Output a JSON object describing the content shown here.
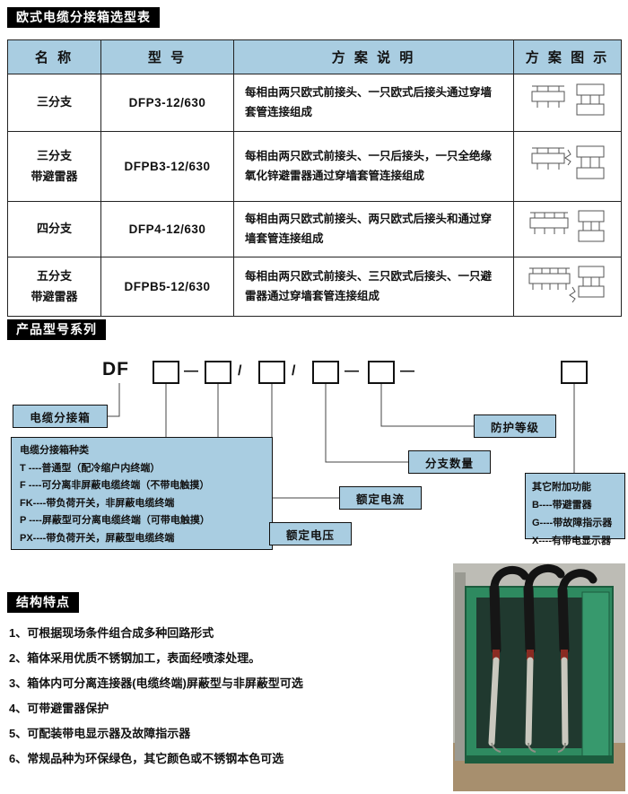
{
  "colors": {
    "accent": "#a9cde1",
    "title_bg": "#000000",
    "border": "#222222"
  },
  "titles": {
    "table": "欧式电缆分接箱选型表",
    "series": "产品型号系列",
    "features": "结构特点"
  },
  "table": {
    "headers": [
      "名  称",
      "型  号",
      "方 案 说 明",
      "方 案 图 示"
    ],
    "rows": [
      {
        "name": "三分支",
        "model": "DFP3-12/630",
        "desc": "每相由两只欧式前接头、一只欧式后接头通过穿墙套管连接组成"
      },
      {
        "name": "三分支\n带避雷器",
        "model": "DFPB3-12/630",
        "desc": "每相由两只欧式前接头、一只后接头，一只全绝缘氧化锌避雷器通过穿墙套管连接组成"
      },
      {
        "name": "四分支",
        "model": "DFP4-12/630",
        "desc": "每相由两只欧式前接头、两只欧式后接头和通过穿墙套管连接组成"
      },
      {
        "name": "五分支\n带避雷器",
        "model": "DFPB5-12/630",
        "desc": "每相由两只欧式前接头、三只欧式后接头、一只避雷器通过穿墙套管连接组成"
      }
    ]
  },
  "diagram": {
    "prefix": "DF",
    "separators": [
      "—",
      "/",
      "/",
      "—",
      "—"
    ],
    "cable_box": "电缆分接箱",
    "type_title": "电缆分接箱种类",
    "type_items": [
      "T ----普通型（配冷缩户内终端）",
      "F ----可分离非屏蔽电缆终端（不带电触摸）",
      "FK----带负荷开关，非屏蔽电缆终端",
      "P ----屏蔽型可分离电缆终端（可带电触摸）",
      "PX----带负荷开关，屏蔽型电缆终端"
    ],
    "voltage": "额定电压",
    "current": "额定电流",
    "branches": "分支数量",
    "protection": "防护等级",
    "extra_title": "其它附加功能",
    "extra_items": [
      "B----带避雷器",
      "G----带故障指示器",
      "X----有带电显示器"
    ]
  },
  "features": [
    "1、可根据现场条件组合成多种回路形式",
    "2、箱体采用优质不锈钢加工，表面经喷漆处理。",
    "3、箱体内可分离连接器(电缆终端)屏蔽型与非屏蔽型可选",
    "4、可带避雷器保护",
    "5、可配装带电显示器及故障指示器",
    "6、常规品种为环保绿色，其它颜色或不锈钢本色可选"
  ]
}
